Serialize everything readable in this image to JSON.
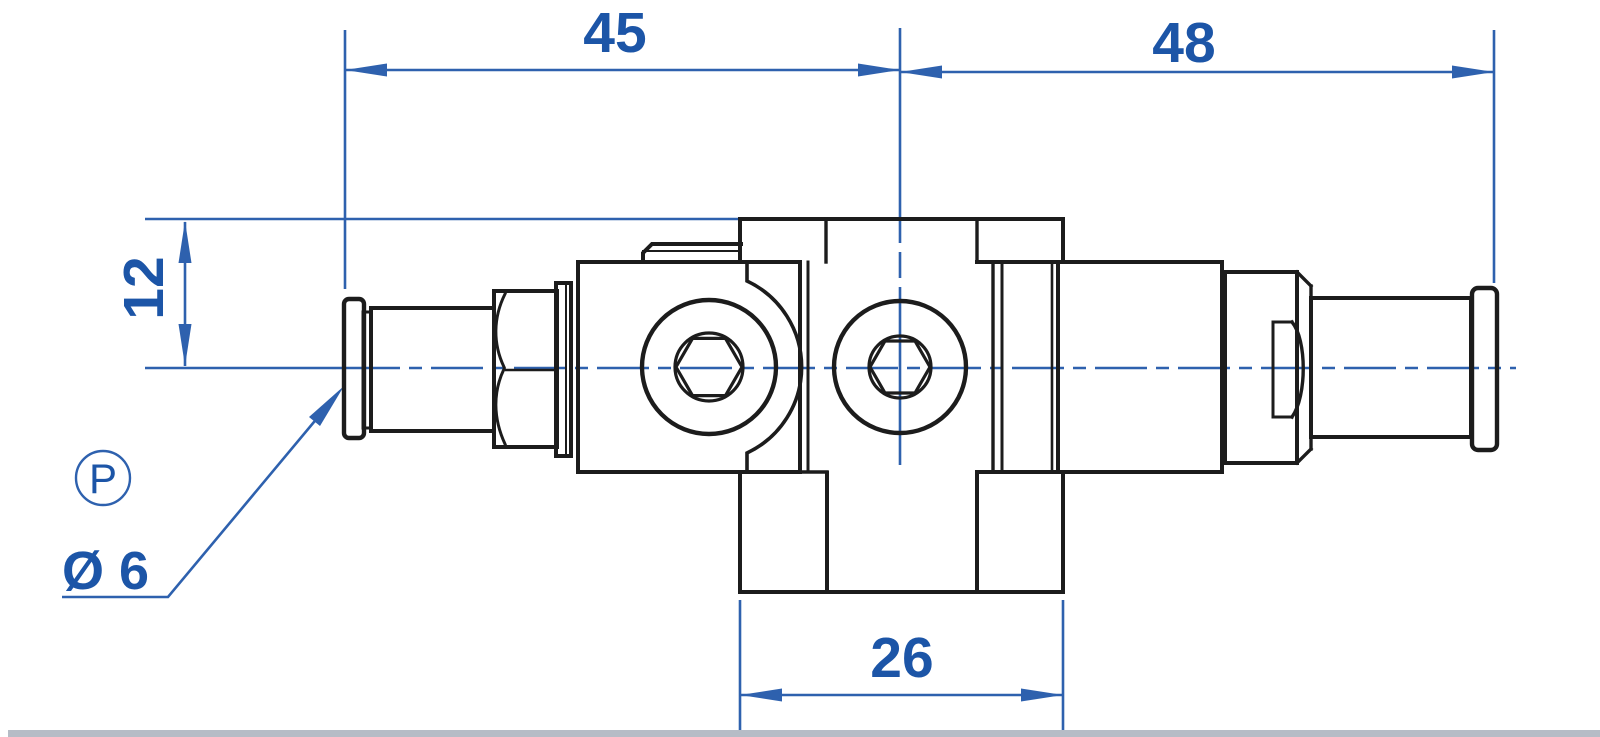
{
  "drawing": {
    "title": "pneumatic fitting technical drawing, side view",
    "dimensions": {
      "top_left_width": "45",
      "top_right_width": "48",
      "left_height": "12",
      "bottom_flange_width": "26",
      "tube_diameter": "Ø 6",
      "port_label": "P"
    },
    "colors": {
      "annotation_blue": "#2e61ae",
      "text_blue": "#1c55a7",
      "outline_black": "#1c1c1c",
      "bottom_bar_grey": "#b6bcc6",
      "background": "#ffffff"
    }
  }
}
